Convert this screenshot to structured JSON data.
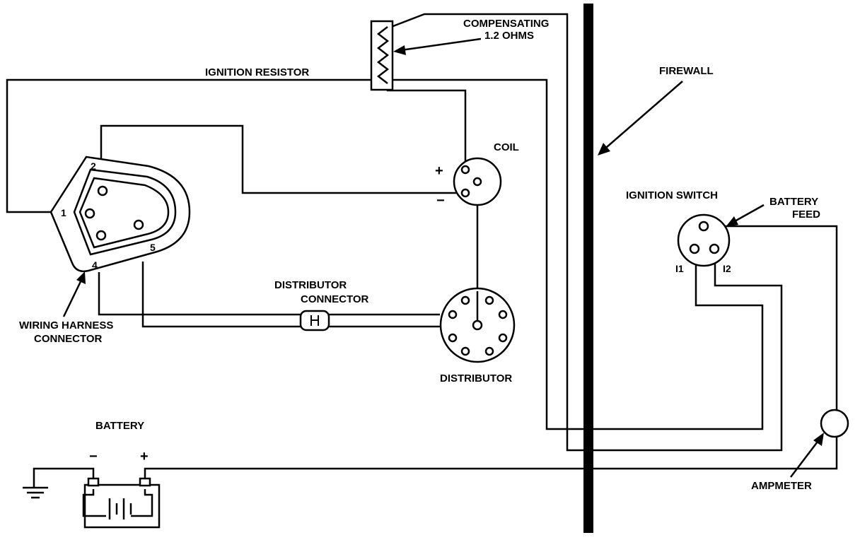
{
  "labels": {
    "compensating": "COMPENSATING",
    "ohms": "1.2 OHMS",
    "ignition_resistor": "IGNITION RESISTOR",
    "firewall": "FIREWALL",
    "coil": "COIL",
    "ignition_switch": "IGNITION  SWITCH",
    "battery_feed_line1": "BATTERY",
    "battery_feed_line2": "FEED",
    "distributor_connector_line1": "DISTRIBUTOR",
    "distributor_connector_line2": "CONNECTOR",
    "distributor": "DISTRIBUTOR",
    "wiring_harness_line1": "WIRING HARNESS",
    "wiring_harness_line2": "CONNECTOR",
    "battery": "BATTERY",
    "ampmeter": "AMPMETER"
  },
  "pins": {
    "p1": "1",
    "p2": "2",
    "p4": "4",
    "p5": "5",
    "i1": "I1",
    "i2": "I2"
  },
  "symbols": {
    "coil_plus": "+",
    "coil_minus": "−",
    "battery_minus": "−",
    "battery_plus": "+"
  }
}
